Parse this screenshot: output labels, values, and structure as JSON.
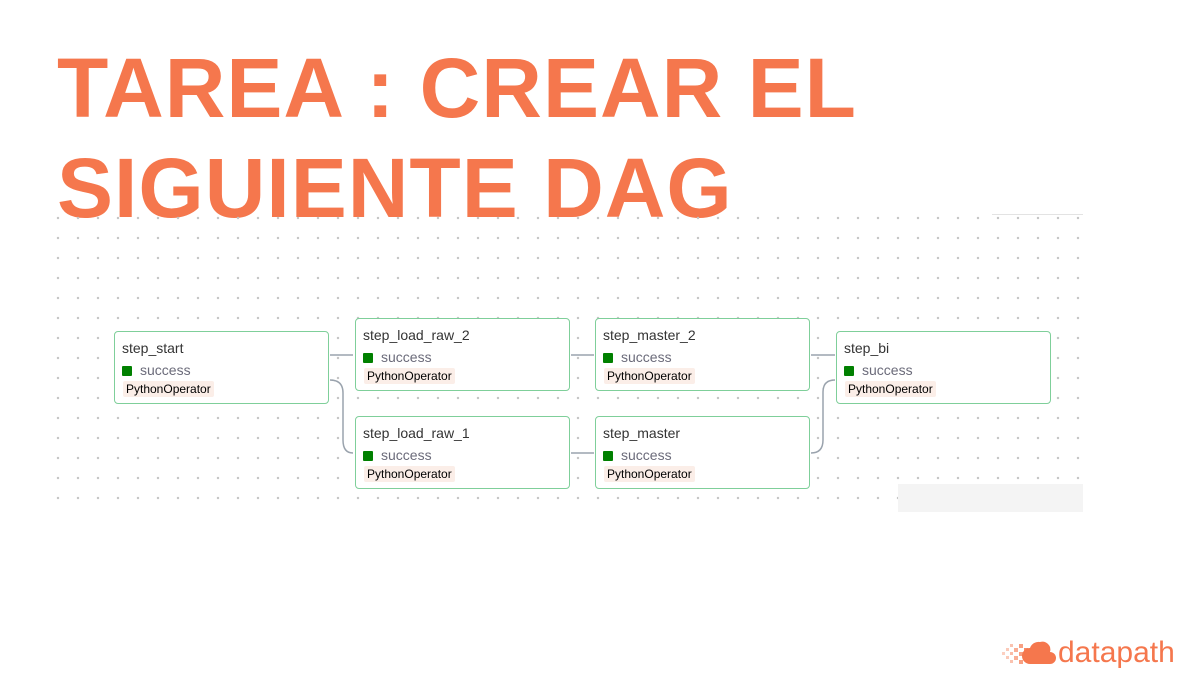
{
  "title": {
    "line1": "TAREA : CREAR EL",
    "line2": "SIGUIENTE DAG"
  },
  "dag": {
    "nodes": [
      {
        "name": "step_start",
        "status": "success",
        "operator": "PythonOperator"
      },
      {
        "name": "step_load_raw_2",
        "status": "success",
        "operator": "PythonOperator"
      },
      {
        "name": "step_load_raw_1",
        "status": "success",
        "operator": "PythonOperator"
      },
      {
        "name": "step_master_2",
        "status": "success",
        "operator": "PythonOperator"
      },
      {
        "name": "step_master",
        "status": "success",
        "operator": "PythonOperator"
      },
      {
        "name": "step_bi",
        "status": "success",
        "operator": "PythonOperator"
      }
    ],
    "edges": [
      [
        "step_start",
        "step_load_raw_2"
      ],
      [
        "step_start",
        "step_load_raw_1"
      ],
      [
        "step_load_raw_2",
        "step_master_2"
      ],
      [
        "step_load_raw_1",
        "step_master"
      ],
      [
        "step_master_2",
        "step_bi"
      ],
      [
        "step_master",
        "step_bi"
      ]
    ],
    "status_color": "#008000",
    "border_color": "#7fcf9a",
    "edge_color": "#9aa3ad"
  },
  "brand": {
    "name": "datapath",
    "color": "#f5774d",
    "icon": "cloud-pixel-icon"
  }
}
